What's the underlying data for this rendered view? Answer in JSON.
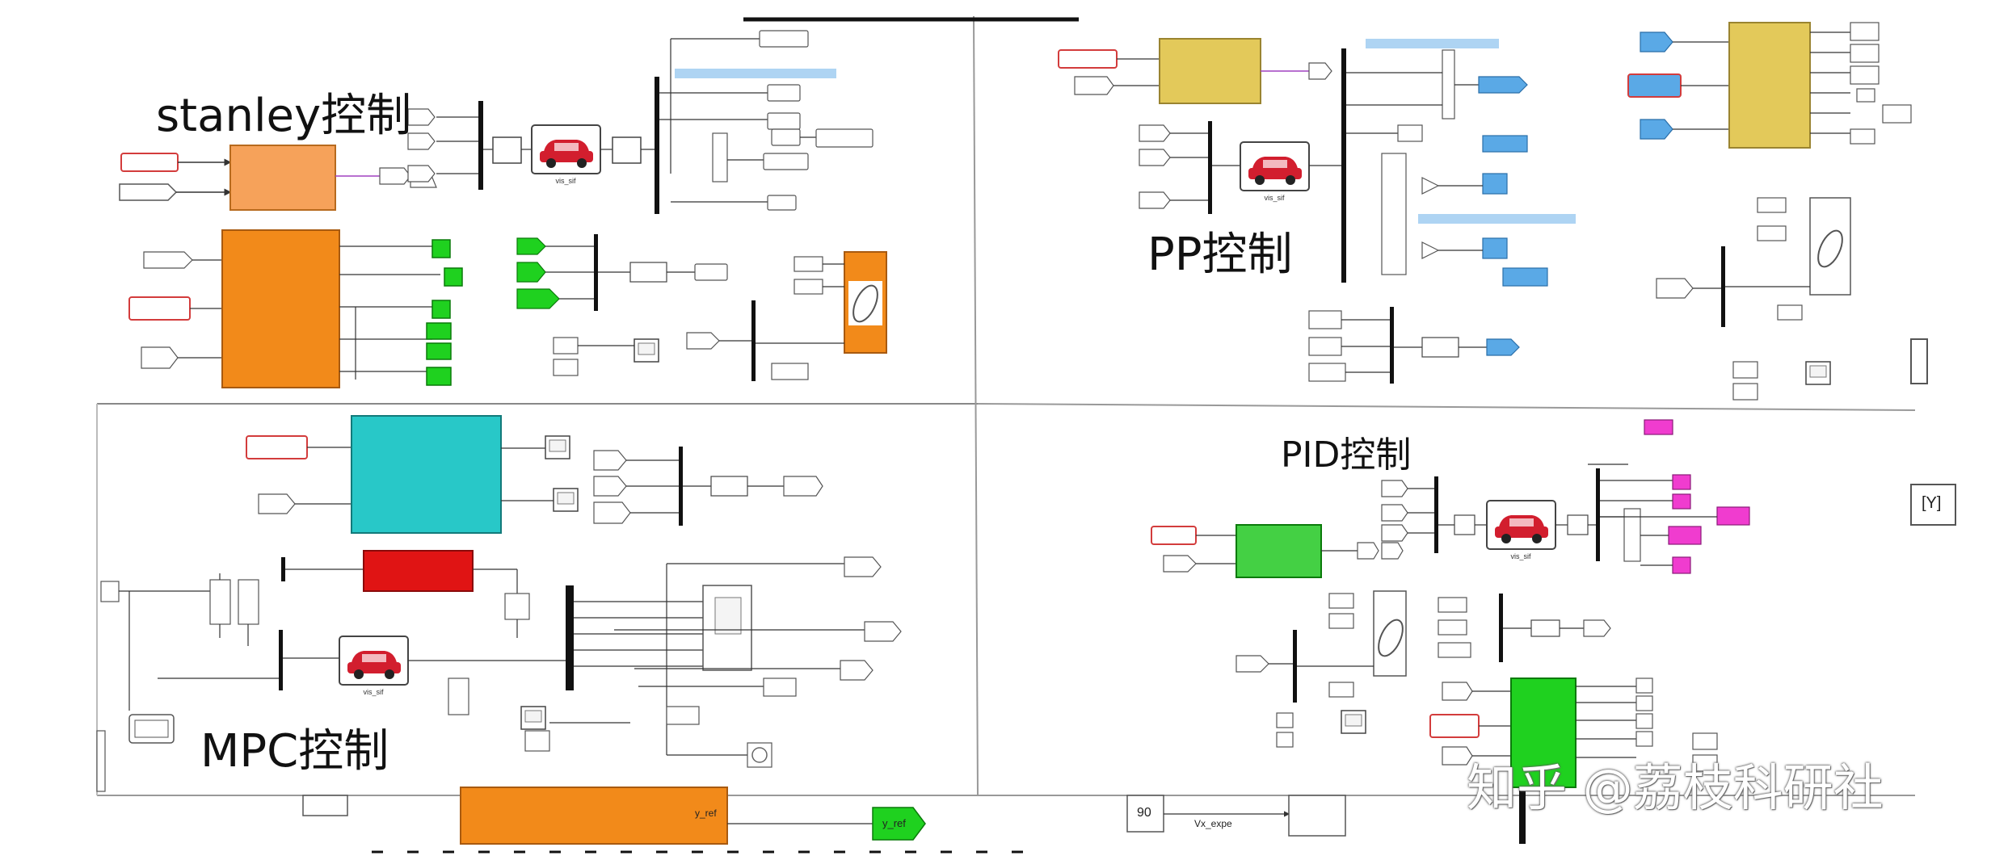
{
  "panels": {
    "stanley": {
      "title": "stanley控制"
    },
    "pp": {
      "title": "PP控制"
    },
    "mpc": {
      "title": "MPC控制"
    },
    "pid": {
      "title": "PID控制"
    }
  },
  "vehicle_blocks": {
    "label": "vis_sif"
  },
  "bottom_strip": {
    "y_ref_block": "y_ref",
    "const_90": "90",
    "vx_expe": "Vx_expe"
  },
  "cut_off_text": {
    "right_bracket": "[Y]"
  },
  "watermark": "知乎 @荔枝科研社",
  "colors": {
    "orange": "#f28a1a",
    "orange_light": "#f6a25a",
    "yellow": "#e3c95a",
    "cyan": "#28c8c8",
    "green": "#1fd11f",
    "red": "#e01414",
    "magenta": "#f03ccf",
    "blue": "#5aa9e6",
    "input_border": "#d33c3c"
  }
}
